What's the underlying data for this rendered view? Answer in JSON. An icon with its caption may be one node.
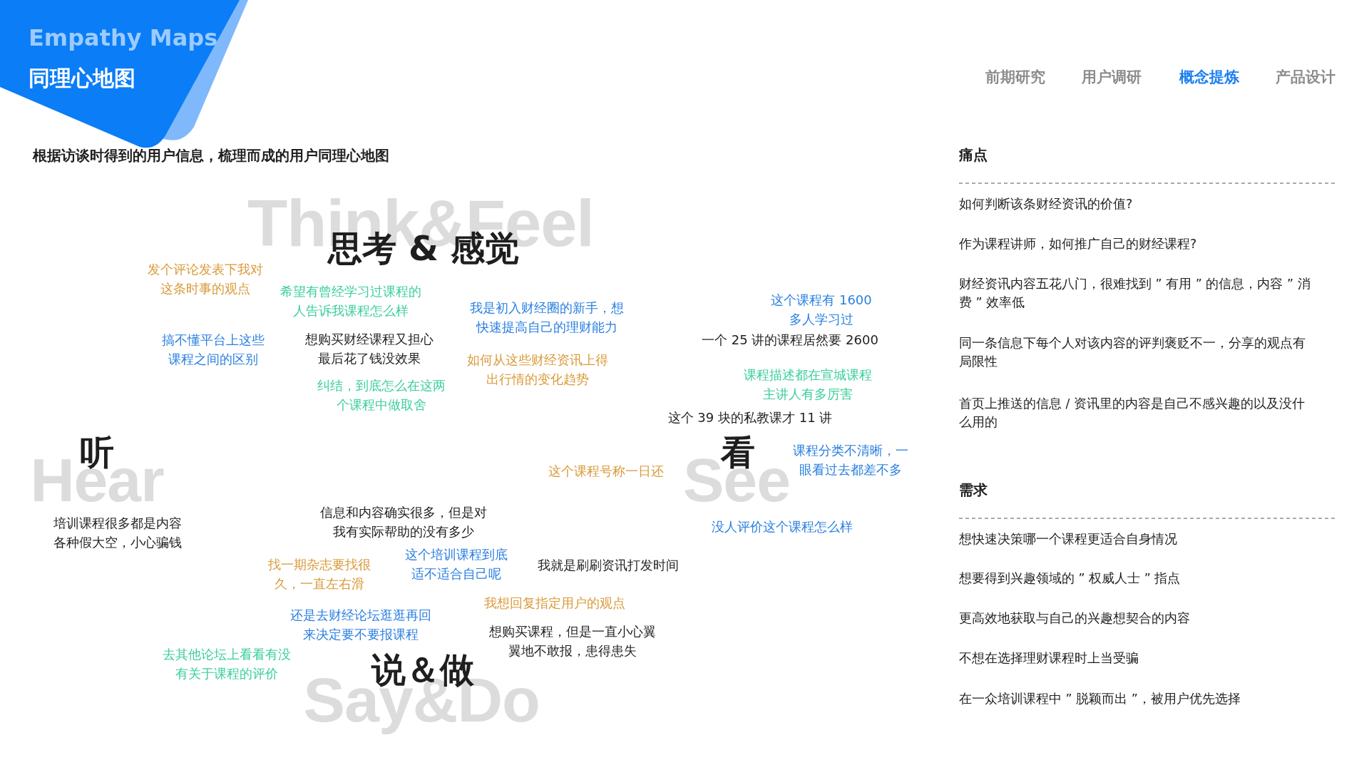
{
  "diagram": {
    "labels": [
      "Empathy Maps",
      "同理心地图",
      "前期研究",
      "用户调研",
      "概念提炼",
      "产品设计",
      "根据访谈时得到的用户信息，梳理而成的用户同理心地图",
      "Think&Feel",
      "思考 & 感觉",
      "发个评论发表下我对这条时事的观点",
      "希望有曾经学习过课程的人告诉我课程怎么样",
      "我是初入财经圈的新手，想快速提高自己的理财能力",
      "搞不懂平台上这些课程之间的区别",
      "想购买财经课程又担心最后花了钱没效果",
      "如何从这些财经资讯上得出行情的变化趋势",
      "纠结，到底怎么在这两个课程中做取舍",
      "这个课程有 1600 多人学习过",
      "一个 25 讲的课程居然要 2600",
      "课程描述都在宣城课程主讲人有多厉害",
      "这个 39 块的私教课才 11 讲",
      "Hear",
      "听",
      "See",
      "看",
      "这个课程号称一日还",
      "课程分类不清晰，一眼看过去都差不多",
      "培训课程很多都是内容各种假大空，小心骗钱",
      "信息和内容确实很多，但是对我有实际帮助的没有多少",
      "没人评价这个课程怎么样",
      "找一期杂志要找很久，一直左右滑",
      "这个培训课程到底适不适合自己呢",
      "我就是刷刷资讯打发时间",
      "我想回复指定用户的观点",
      "还是去财经论坛逛逛再回来决定要不要报课程",
      "想购买课程，但是一直小心翼翼地不敢报，患得患失",
      "去其他论坛上看看有没有关于课程的评价",
      "Say&Do",
      "说＆做",
      "痛点",
      "如何判断该条财经资讯的价值?",
      "作为课程讲师，如何推广自己的财经课程?",
      "财经资讯内容五花八门，很难找到 ” 有用 ” 的信息，内容 ” 消费 ” 效率低",
      "同一条信息下每个人对该内容的评判褒贬不一，分享的观点有局限性",
      "首页上推送的信息 / 资讯里的内容是自己不感兴趣的以及没什么用的",
      "需求",
      "想快速决策哪一个课程更适合自身情况",
      "想要得到兴趣领域的 ” 权威人士 ” 指点",
      "更高效地获取与自己的兴趣想契合的内容",
      "不想在选择理财课程时上当受骗",
      "在一众培训课程中 ” 脱颖而出 ”，被用户优先选择"
    ]
  }
}
